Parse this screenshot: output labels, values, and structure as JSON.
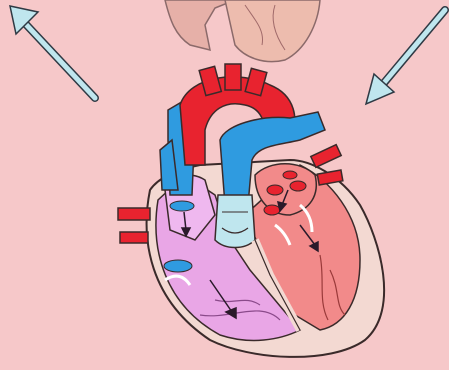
{
  "illustration": {
    "subject": "heart-diagram",
    "colors": {
      "background": "#f6c8c9",
      "aorta": "#e8232f",
      "vein_blue": "#2f9be0",
      "left_side": "#f28a8a",
      "right_side": "#e9a6e6",
      "outline": "#3a2a2a",
      "arrow": "#bfe6ee"
    },
    "arrows": [
      {
        "name": "arrow-up-left",
        "direction": "up-left"
      },
      {
        "name": "arrow-down-left",
        "direction": "down-left"
      }
    ]
  }
}
